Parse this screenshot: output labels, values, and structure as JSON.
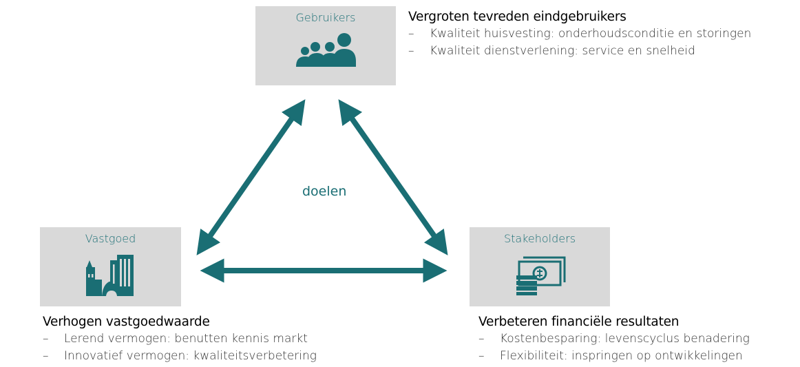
{
  "colors": {
    "accent": "#1a6e74",
    "box": "#d9d9d9"
  },
  "center": {
    "label": "doelen"
  },
  "nodes": {
    "top": {
      "label": "Gebruikers",
      "icon": "people-group-icon"
    },
    "left": {
      "label": "Vastgoed",
      "icon": "buildings-icon"
    },
    "right": {
      "label": "Stakeholders",
      "icon": "money-icon"
    }
  },
  "goals": {
    "top": {
      "title": "Vergroten tevreden eindgebruikers",
      "items": [
        "Kwaliteit huisvesting: onderhoudsconditie en storingen",
        "Kwaliteit dienstverlening: service en snelheid"
      ]
    },
    "left": {
      "title": "Verhogen vastgoedwaarde",
      "items": [
        "Lerend vermogen: benutten kennis markt",
        "Innovatief vermogen: kwaliteitsverbetering"
      ]
    },
    "right": {
      "title": "Verbeteren financiële resultaten",
      "items": [
        "Kostenbesparing: levenscyclus benadering",
        "Flexibiliteit: inspringen op ontwikkelingen"
      ]
    }
  }
}
